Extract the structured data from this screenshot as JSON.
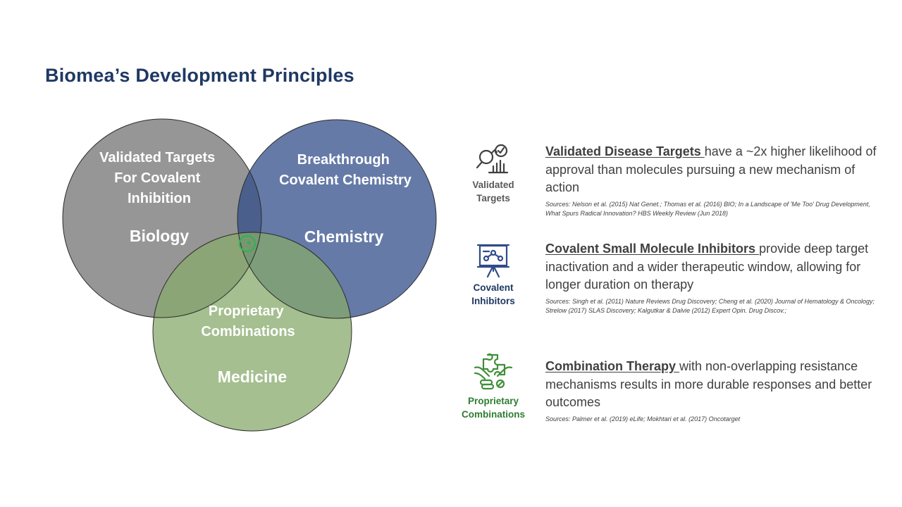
{
  "title": "Biomea’s Development Principles",
  "venn": {
    "circles": [
      {
        "heading_lines": [
          "Validated Targets",
          "For Covalent",
          "Inhibition"
        ],
        "name": "Biology",
        "color": "#7f7f7f"
      },
      {
        "heading_lines": [
          "Breakthrough",
          "Covalent Chemistry"
        ],
        "name": "Chemistry",
        "color": "#2f4b88"
      },
      {
        "heading_lines": [
          "Proprietary",
          "Combinations"
        ],
        "name": "Medicine",
        "color": "#87a96b"
      }
    ],
    "center_icon": "target-icon"
  },
  "principles": [
    {
      "icon": "magnifier-checkmark-chart-icon",
      "icon_label_lines": [
        "Validated",
        "Targets"
      ],
      "label_color": "#595959",
      "icon_color": "#404040",
      "highlight": "Validated Disease Targets ",
      "text": "have a ~2x higher likelihood of approval than molecules pursuing a new mechanism of action",
      "sources": "Sources:  Nelson et al. (2015) Nat Genet.; Thomas et al. (2016) BIO; In a Landscape of 'Me Too' Drug Development, What Spurs Radical Innovation? HBS Weekly Review (Jun 2018)"
    },
    {
      "icon": "presentation-board-molecule-icon",
      "icon_label_lines": [
        "Covalent",
        "Inhibitors"
      ],
      "label_color": "#1f3864",
      "icon_color": "#2f4b88",
      "highlight": "Covalent Small Molecule Inhibitors ",
      "text": "provide deep target inactivation and a wider therapeutic window, allowing for longer duration on therapy",
      "sources": "Sources: Singh et al. (2011) Nature Reviews Drug Discovery; Cheng et al. (2020) Journal of Hematology & Oncology; Strelow (2017) SLAS Discovery; Kalgutkar & Dalvie (2012) Expert Opin. Drug Discov.;"
    },
    {
      "icon": "puzzle-hands-pills-icon",
      "icon_label_lines": [
        "Proprietary",
        "Combinations"
      ],
      "label_color": "#2e7d32",
      "icon_color": "#3f8f3a",
      "highlight": "Combination Therapy ",
      "text": "with non-overlapping resistance mechanisms results in more durable responses and better outcomes",
      "sources": "Sources: Palmer et al. (2019) eLife; Mokhtari et al. (2017) Oncotarget"
    }
  ]
}
